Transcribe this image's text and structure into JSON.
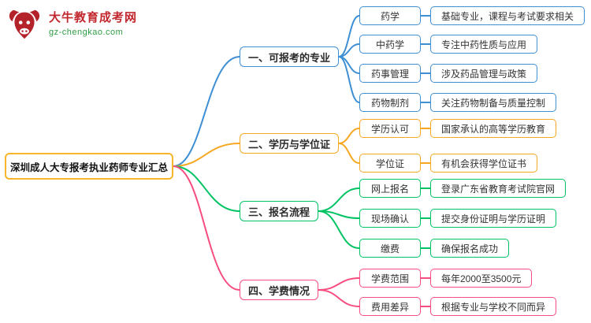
{
  "logo": {
    "title": "大牛教育成考网",
    "subtitle": "gz-chengkao.com",
    "title_color": "#c1272d",
    "subtitle_color": "#2e9e44"
  },
  "root": {
    "label": "深圳成人大专报考执业药师专业汇总",
    "color": "#f7b52c"
  },
  "branches": [
    {
      "label": "一、可报考的专业",
      "color": "#3e8fd4",
      "children": [
        {
          "label": "药学",
          "desc": "基础专业，课程与考试要求相关"
        },
        {
          "label": "中药学",
          "desc": "专注中药性质与应用"
        },
        {
          "label": "药事管理",
          "desc": "涉及药品管理与政策"
        },
        {
          "label": "药物制剂",
          "desc": "关注药物制备与质量控制"
        }
      ]
    },
    {
      "label": "二、学历与学位证",
      "color": "#f7a823",
      "children": [
        {
          "label": "学历认可",
          "desc": "国家承认的高等学历教育"
        },
        {
          "label": "学位证",
          "desc": "有机会获得学位证书"
        }
      ]
    },
    {
      "label": "三、报名流程",
      "color": "#00c464",
      "children": [
        {
          "label": "网上报名",
          "desc": "登录广东省教育考试院官网"
        },
        {
          "label": "现场确认",
          "desc": "提交身份证明与学历证明"
        },
        {
          "label": "缴费",
          "desc": "确保报名成功"
        }
      ]
    },
    {
      "label": "四、学费情况",
      "color": "#f74d80",
      "children": [
        {
          "label": "学费范围",
          "desc": "每年2000至3500元"
        },
        {
          "label": "费用差异",
          "desc": "根据专业与学校不同而异"
        }
      ]
    }
  ]
}
